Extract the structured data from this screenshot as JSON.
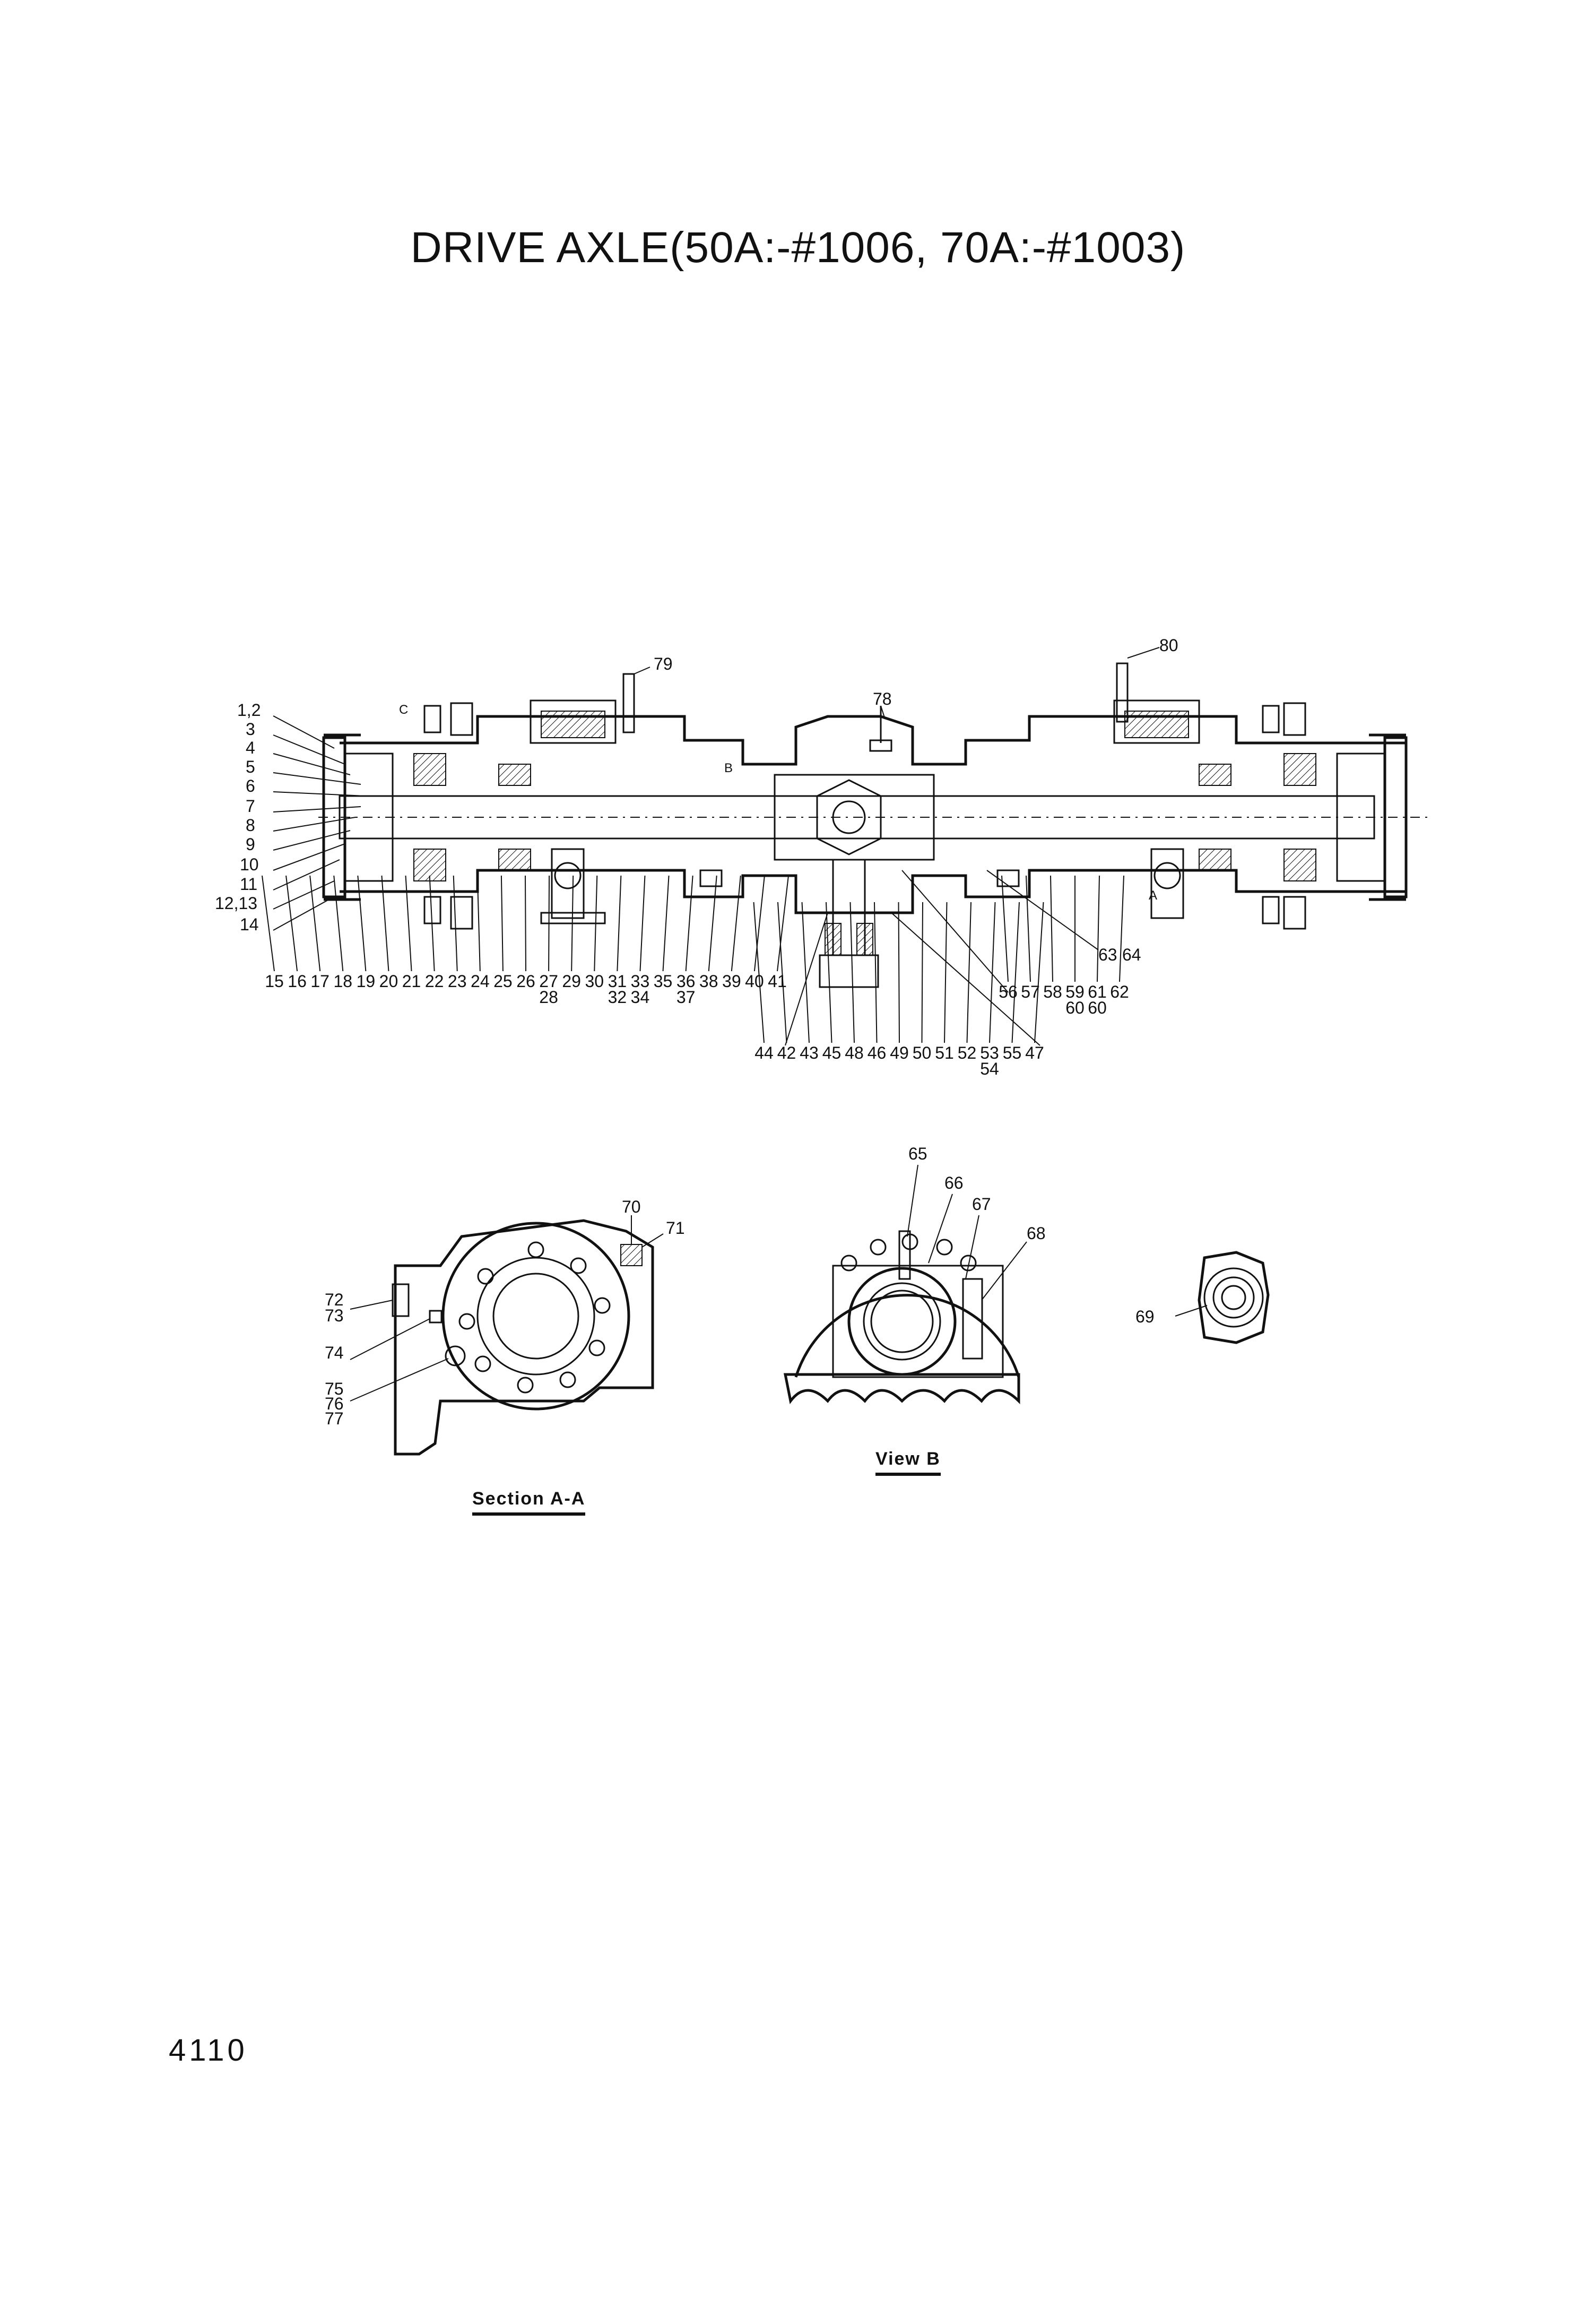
{
  "title": "DRIVE AXLE(50A:-#1006, 70A:-#1003)",
  "page_number": "4110",
  "captions": {
    "section_aa": "Section A-A",
    "view_b": "View B"
  },
  "view_markers": {
    "b": "B",
    "c": "C",
    "a": "A"
  },
  "main_view": {
    "left_labels": [
      "1,2",
      "3",
      "4",
      "5",
      "6",
      "7",
      "8",
      "9",
      "10",
      "11",
      "12,13",
      "14"
    ],
    "bottom_row": [
      {
        "text": "15",
        "sub": ""
      },
      {
        "text": "16",
        "sub": ""
      },
      {
        "text": "17",
        "sub": ""
      },
      {
        "text": "18",
        "sub": ""
      },
      {
        "text": "19",
        "sub": ""
      },
      {
        "text": "20",
        "sub": ""
      },
      {
        "text": "21",
        "sub": ""
      },
      {
        "text": "22",
        "sub": ""
      },
      {
        "text": "23",
        "sub": ""
      },
      {
        "text": "24",
        "sub": ""
      },
      {
        "text": "25",
        "sub": ""
      },
      {
        "text": "26",
        "sub": ""
      },
      {
        "text": "27",
        "sub": "28"
      },
      {
        "text": "29",
        "sub": ""
      },
      {
        "text": "30",
        "sub": ""
      },
      {
        "text": "31",
        "sub": "32"
      },
      {
        "text": "33",
        "sub": "34"
      },
      {
        "text": "35",
        "sub": ""
      },
      {
        "text": "36",
        "sub": "37"
      },
      {
        "text": "38",
        "sub": ""
      },
      {
        "text": "39",
        "sub": ""
      },
      {
        "text": "40",
        "sub": ""
      },
      {
        "text": "41",
        "sub": ""
      }
    ],
    "lower_row": [
      {
        "text": "44",
        "sub": ""
      },
      {
        "text": "42",
        "sub": ""
      },
      {
        "text": "43",
        "sub": ""
      },
      {
        "text": "45",
        "sub": ""
      },
      {
        "text": "48",
        "sub": ""
      },
      {
        "text": "46",
        "sub": ""
      },
      {
        "text": "49",
        "sub": ""
      },
      {
        "text": "50",
        "sub": ""
      },
      {
        "text": "51",
        "sub": ""
      },
      {
        "text": "52",
        "sub": ""
      },
      {
        "text": "53",
        "sub": "54"
      },
      {
        "text": "55",
        "sub": ""
      },
      {
        "text": "47",
        "sub": ""
      }
    ],
    "right_row": [
      {
        "text": "56",
        "sub": ""
      },
      {
        "text": "57",
        "sub": ""
      },
      {
        "text": "58",
        "sub": ""
      },
      {
        "text": "59",
        "sub": "60"
      },
      {
        "text": "61",
        "sub": "60"
      },
      {
        "text": "62",
        "sub": ""
      }
    ],
    "right_pair": [
      "63",
      "64"
    ],
    "top_labels": [
      "79",
      "78",
      "80"
    ]
  },
  "section_labels": {
    "top": [
      "70",
      "71"
    ],
    "left": [
      "72",
      "73",
      "74",
      "75",
      "76",
      "77"
    ]
  },
  "view_b_labels": [
    "65",
    "66",
    "67",
    "68"
  ],
  "flange_label": "69"
}
